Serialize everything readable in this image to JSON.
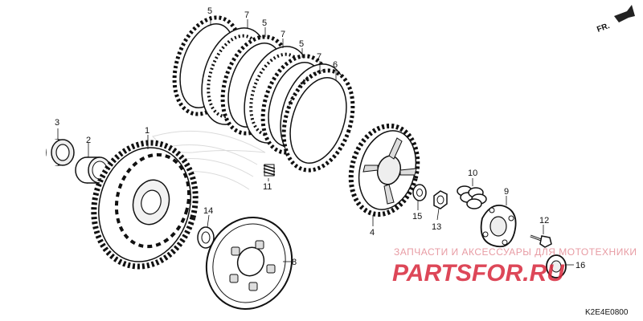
{
  "diagram": {
    "part_labels": [
      {
        "id": "p5a",
        "text": "5"
      },
      {
        "id": "p7a",
        "text": "7"
      },
      {
        "id": "p5b",
        "text": "5"
      },
      {
        "id": "p7b",
        "text": "7"
      },
      {
        "id": "p5c",
        "text": "5"
      },
      {
        "id": "p7c",
        "text": "7"
      },
      {
        "id": "p6",
        "text": "6"
      },
      {
        "id": "p3",
        "text": "3"
      },
      {
        "id": "p2",
        "text": "2"
      },
      {
        "id": "p1",
        "text": "1"
      },
      {
        "id": "p11",
        "text": "11"
      },
      {
        "id": "p14",
        "text": "14"
      },
      {
        "id": "p8",
        "text": "8"
      },
      {
        "id": "p4",
        "text": "4"
      },
      {
        "id": "p15",
        "text": "15"
      },
      {
        "id": "p13",
        "text": "13"
      },
      {
        "id": "p10",
        "text": "10"
      },
      {
        "id": "p9",
        "text": "9"
      },
      {
        "id": "p12",
        "text": "12"
      },
      {
        "id": "p16",
        "text": "16"
      }
    ],
    "direction_label": "FR.",
    "diagram_code": "K2E4E0800"
  },
  "watermark": {
    "tagline": "ЗАПЧАСТИ И АКСЕССУАРЫ ДЛЯ МОТОТЕХНИКИ",
    "brand": "PARTSFOR.RU",
    "color": "#d8283c"
  }
}
